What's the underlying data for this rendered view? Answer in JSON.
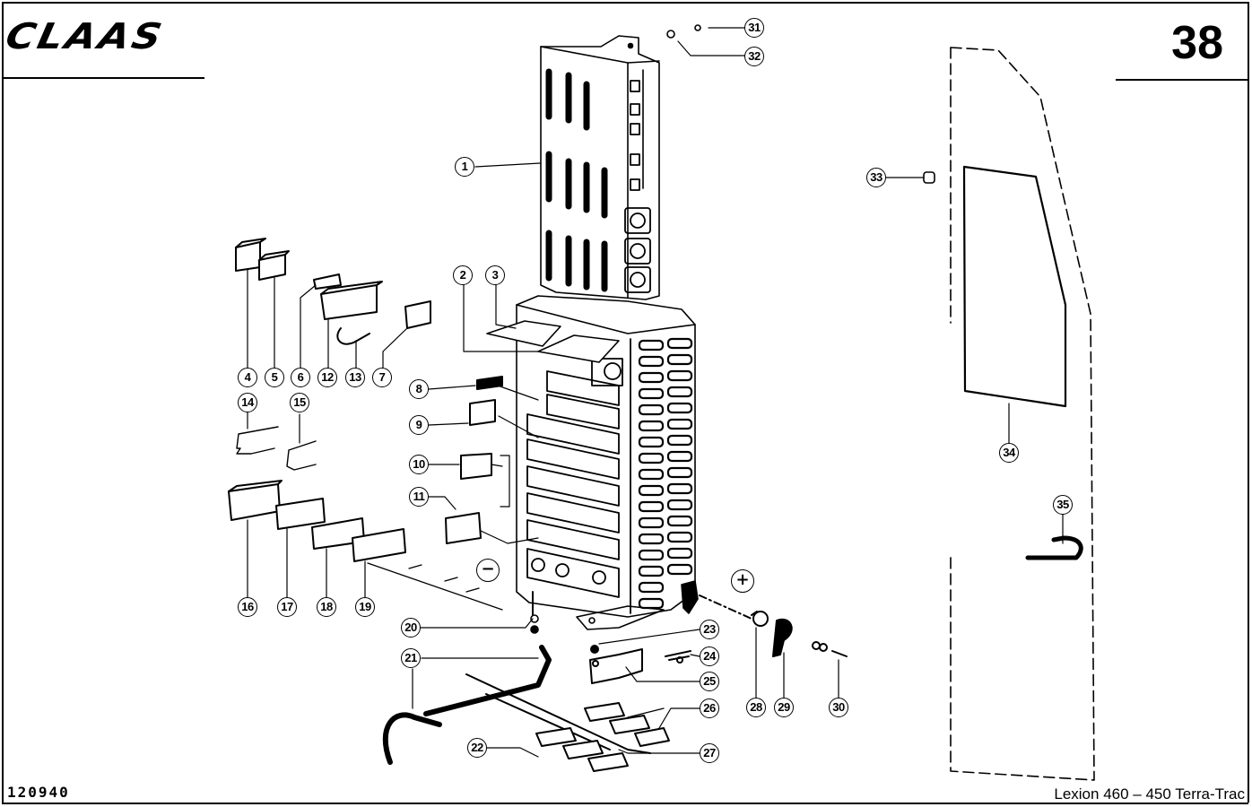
{
  "header": {
    "brand": "CLAAS",
    "page_number": "38"
  },
  "footer": {
    "document_number": "120940",
    "model": "Lexion 460 – 450 Terra-Trac"
  },
  "polarity": {
    "negative": "−",
    "positive": "+"
  },
  "callouts": [
    "1",
    "2",
    "3",
    "4",
    "5",
    "6",
    "7",
    "8",
    "9",
    "10",
    "11",
    "12",
    "13",
    "14",
    "15",
    "16",
    "17",
    "18",
    "19",
    "20",
    "21",
    "22",
    "23",
    "24",
    "25",
    "26",
    "27",
    "28",
    "29",
    "30",
    "31",
    "32",
    "33",
    "34",
    "35"
  ],
  "colors": {
    "ink": "#000000",
    "paper": "#ffffff"
  }
}
